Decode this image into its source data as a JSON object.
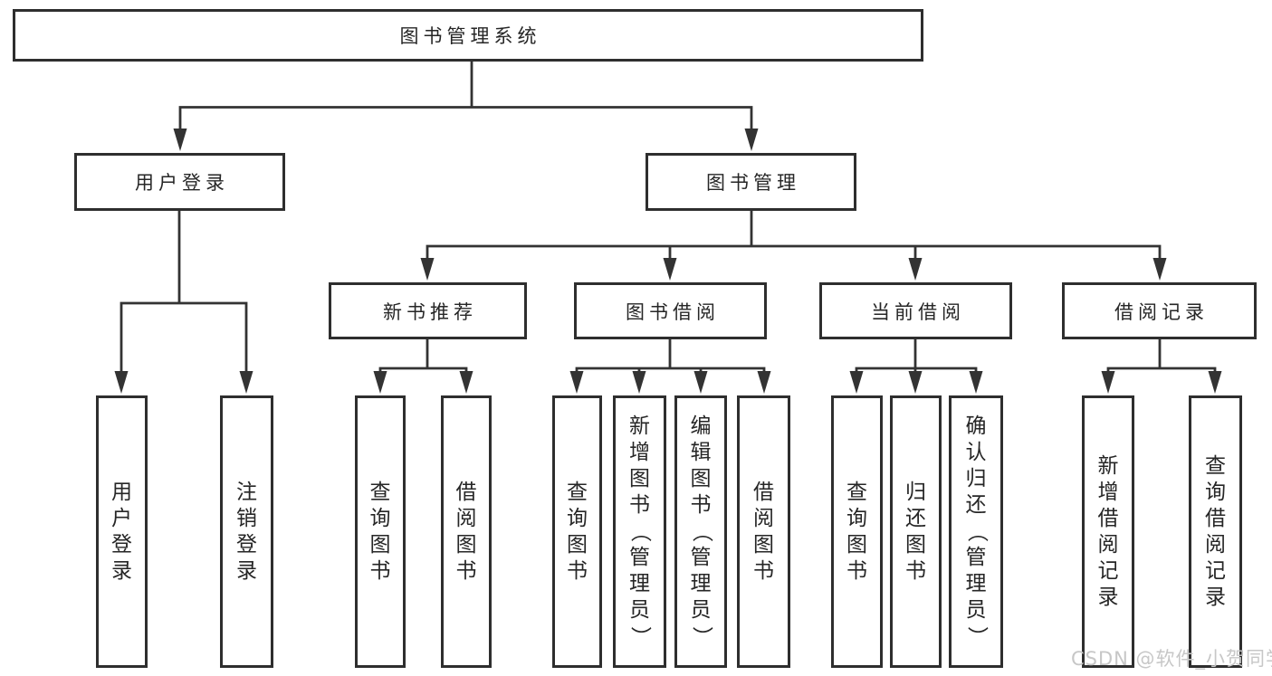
{
  "diagram": {
    "root": {
      "label": "图书管理系统"
    },
    "branches": [
      {
        "label": "用户登录",
        "children": [
          {
            "label": "用户登录"
          },
          {
            "label": "注销登录"
          }
        ]
      },
      {
        "label": "图书管理",
        "children": [
          {
            "label": "新书推荐",
            "children": [
              {
                "label": "查询图书"
              },
              {
                "label": "借阅图书"
              }
            ]
          },
          {
            "label": "图书借阅",
            "children": [
              {
                "label": "查询图书"
              },
              {
                "label": "新增图书（管理员）"
              },
              {
                "label": "编辑图书（管理员）"
              },
              {
                "label": "借阅图书"
              }
            ]
          },
          {
            "label": "当前借阅",
            "children": [
              {
                "label": "查询图书"
              },
              {
                "label": "归还图书"
              },
              {
                "label": "确认归还（管理员）"
              }
            ]
          },
          {
            "label": "借阅记录",
            "children": [
              {
                "label": "新增借阅记录"
              },
              {
                "label": "查询借阅记录"
              }
            ]
          }
        ]
      }
    ]
  },
  "watermark": {
    "text": "CSDN @软件_小贺同学"
  },
  "colors": {
    "line": "#333333",
    "box_border": "#2e2e2e",
    "text": "#262626",
    "background": "#ffffff",
    "watermark": "#c7c7c7"
  }
}
